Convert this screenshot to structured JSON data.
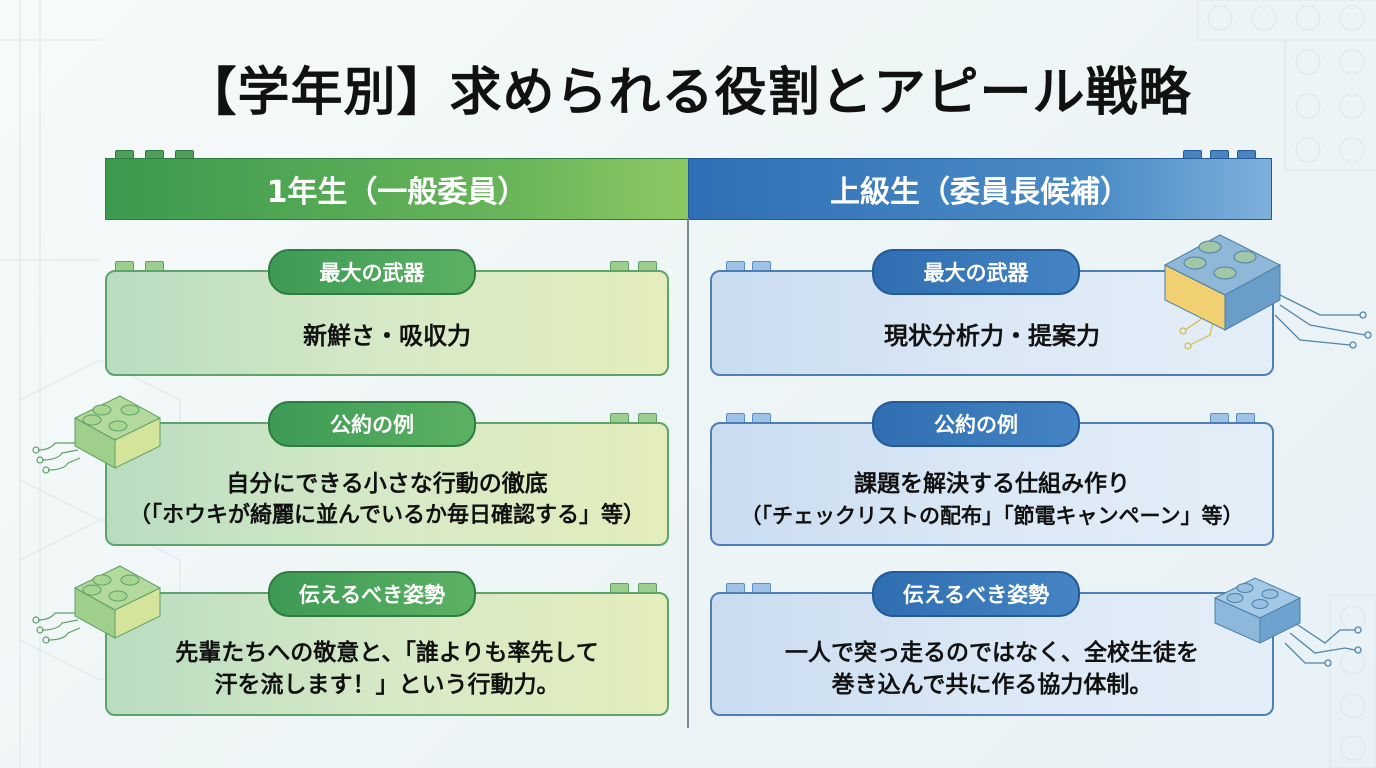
{
  "title": "【学年別】求められる役割とアピール戦略",
  "columns": [
    {
      "header": "1年生（一般委員）",
      "color": "#4caf50",
      "sections": [
        {
          "label": "最大の武器",
          "lines": [
            "新鮮さ・吸収力"
          ]
        },
        {
          "label": "公約の例",
          "lines": [
            "自分にできる小さな行動の徹底",
            "（「ホウキが綺麗に並んでいるか毎日確認する」等）"
          ]
        },
        {
          "label": "伝えるべき姿勢",
          "lines": [
            "先輩たちへの敬意と、「誰よりも率先して",
            "汗を流します！」という行動力。"
          ]
        }
      ]
    },
    {
      "header": "上級生（委員長候補）",
      "color": "#2f6fb5",
      "sections": [
        {
          "label": "最大の武器",
          "lines": [
            "現状分析力・提案力"
          ]
        },
        {
          "label": "公約の例",
          "lines": [
            "課題を解決する仕組み作り",
            "（「チェックリストの配布」「節電キャンペーン」等）"
          ]
        },
        {
          "label": "伝えるべき姿勢",
          "lines": [
            "一人で突っ走るのではなく、全校生徒を",
            "巻き込んで共に作る協力体制。"
          ]
        }
      ]
    }
  ],
  "icons": [
    "lego-brick-icon",
    "circuit-trace-icon"
  ]
}
